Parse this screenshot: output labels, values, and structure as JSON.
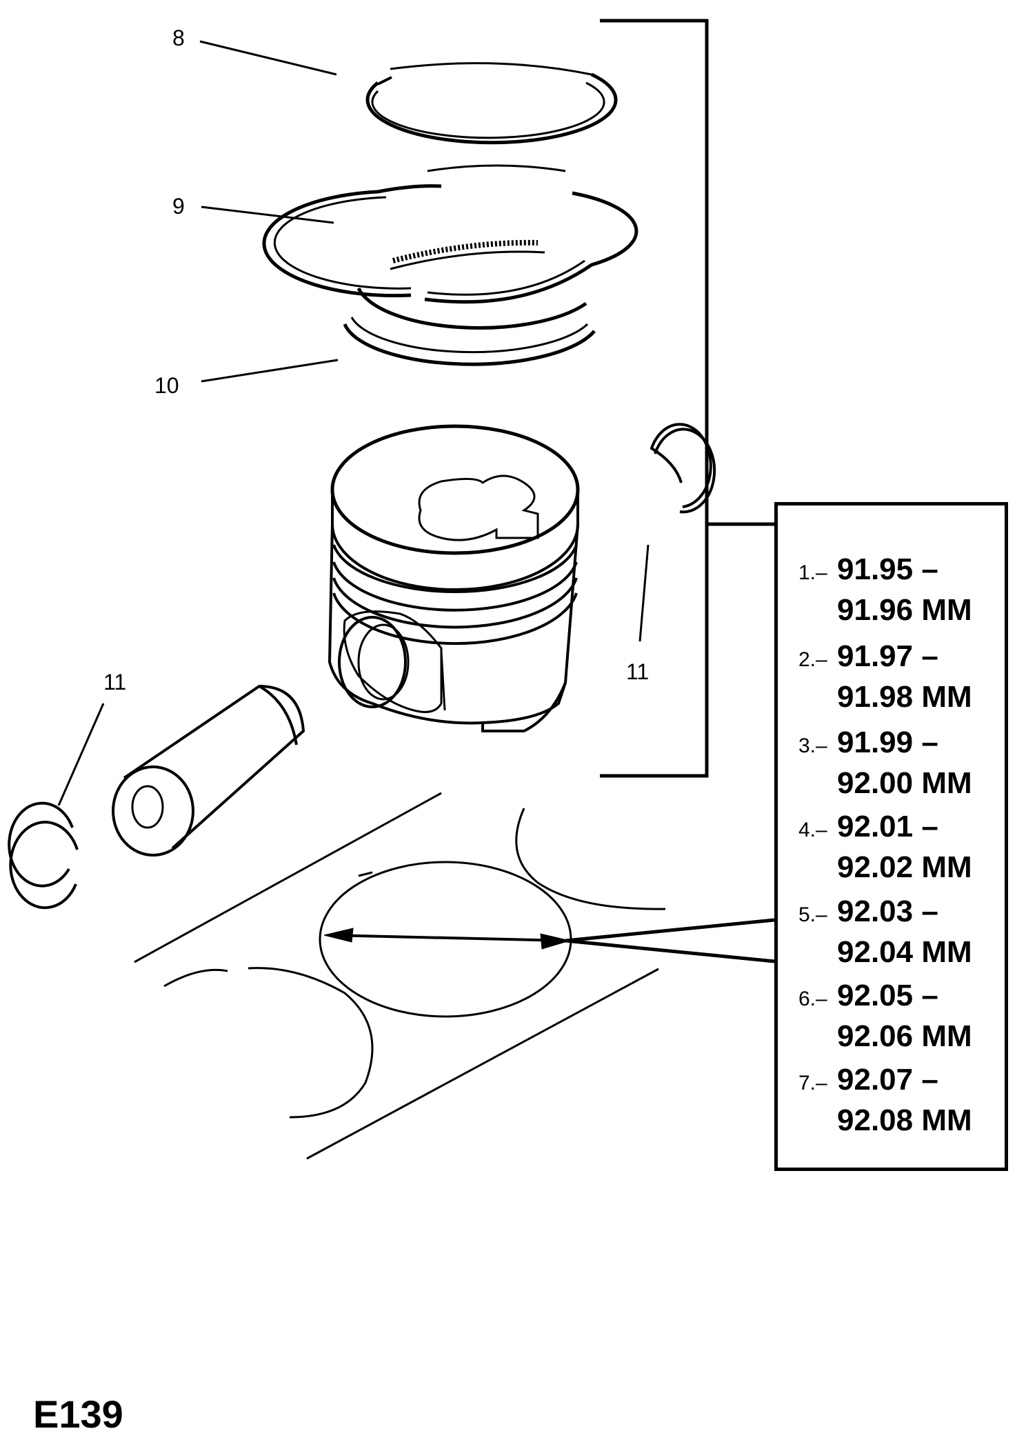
{
  "callouts": {
    "top_ring": "8",
    "middle_ring": "9",
    "oil_ring": "10",
    "circlip_right": "11",
    "circlip_left": "11"
  },
  "specifications": [
    {
      "index": "1.–",
      "from": "91.95 –",
      "to": "91.96 MM"
    },
    {
      "index": "2.–",
      "from": "91.97 –",
      "to": "91.98 MM"
    },
    {
      "index": "3.–",
      "from": "91.99 –",
      "to": "92.00 MM"
    },
    {
      "index": "4.–",
      "from": "92.01 –",
      "to": "92.02 MM"
    },
    {
      "index": "5.–",
      "from": "92.03 –",
      "to": "92.04 MM"
    },
    {
      "index": "6.–",
      "from": "92.05 –",
      "to": "92.06 MM"
    },
    {
      "index": "7.–",
      "from": "92.07 –",
      "to": "92.08 MM"
    }
  ],
  "figure_code": "E139",
  "colors": {
    "line": "#000000",
    "background": "#ffffff"
  }
}
